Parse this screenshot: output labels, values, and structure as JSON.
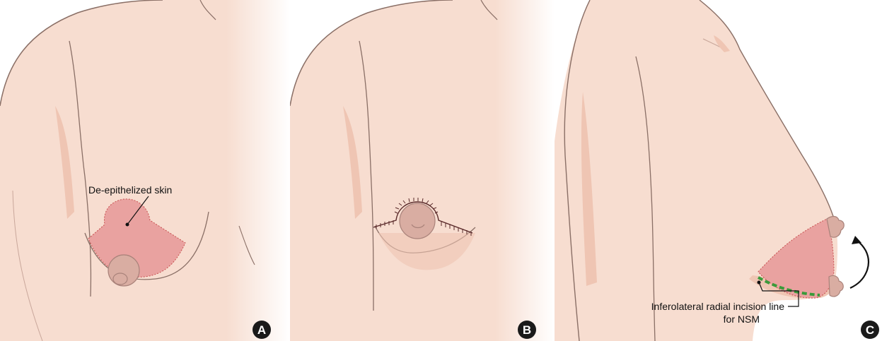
{
  "colors": {
    "skin": "#f7ddd0",
    "skin_shadow": "#efc5b3",
    "outline": "#8a6f66",
    "deepithelized": "#e9a2a0",
    "areola": "#d9ada2",
    "incision_green": "#3a9a3a",
    "suture": "#5a2a2a",
    "badge_fill": "#1a1a1a"
  },
  "panels": {
    "a": {
      "badge": "A",
      "callout": "De-epithelized skin"
    },
    "b": {
      "badge": "B"
    },
    "c": {
      "badge": "C",
      "callout_line1": "Inferolateral radial incision line",
      "callout_line2": "for NSM",
      "arrow_icon": "curved-arrow-icon"
    }
  }
}
